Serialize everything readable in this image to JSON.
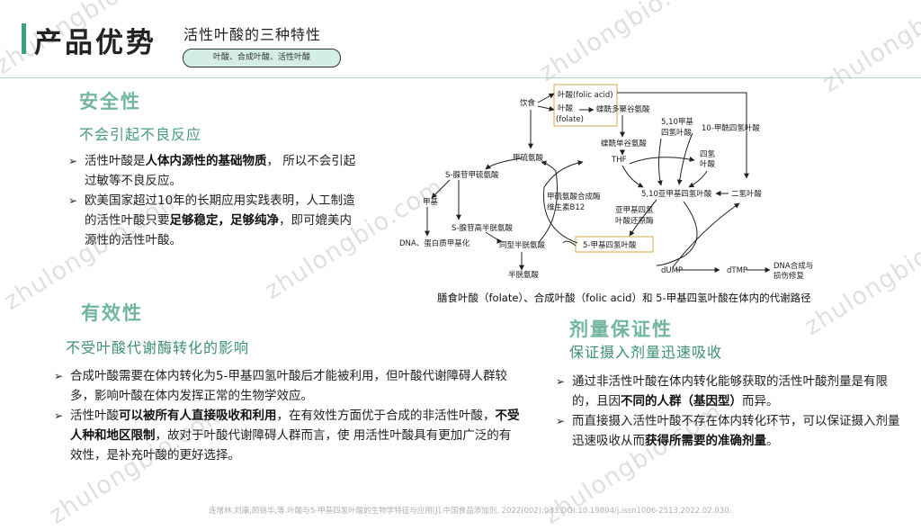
{
  "header": {
    "title": "产品优势",
    "subtitle": "活性叶酸的三种特性",
    "pill": "叶酸、合成叶酸、活性叶酸"
  },
  "watermark": "zhulongbio.com",
  "safety": {
    "heading": "安全性",
    "subheading": "不会引起不良反应",
    "bullets": [
      [
        {
          "t": "活性叶酸是"
        },
        {
          "t": "人体内源性的基础物质",
          "b": true
        },
        {
          "t": "， 所以不会引起过敏等不良反应。"
        }
      ],
      [
        {
          "t": "欧美国家超过10年的长期应用实践表明，人工制造的活性叶酸只要"
        },
        {
          "t": "足够稳定，足够纯净",
          "b": true
        },
        {
          "t": "，即可媲美内源性的活性叶酸。"
        }
      ]
    ]
  },
  "efficacy": {
    "heading": "有效性",
    "subheading": "不受叶酸代谢酶转化的影响",
    "bullets": [
      [
        {
          "t": "合成叶酸需要在体内转化为5-甲基四氢叶酸后才能被利用，但叶酸代谢障碍人群较多，影响叶酸在体内发挥正常的生物学效应。"
        }
      ],
      [
        {
          "t": "活性叶酸"
        },
        {
          "t": "可以被所有人直接吸收和利用",
          "b": true
        },
        {
          "t": "，在有效性方面优于合成的非活性叶酸，"
        },
        {
          "t": "不受人种和地区限制",
          "b": true
        },
        {
          "t": "，故对于叶酸代谢障碍人群而言，使 用活性叶酸具有更加广泛的有效性，是补充叶酸的更好选择。"
        }
      ]
    ]
  },
  "dosage": {
    "heading": "剂量保证性",
    "subheading": "保证摄入剂量迅速吸收",
    "bullets": [
      [
        {
          "t": "通过非活性叶酸在体内转化能够获取的活性叶酸剂量是有限的，且因"
        },
        {
          "t": "不同的人群（基因型）",
          "b": true
        },
        {
          "t": "而异。"
        }
      ],
      [
        {
          "t": "而直接摄入活性叶酸不存在体内转化环节，可以保证摄入剂量迅速吸收从而"
        },
        {
          "t": "获得所需要的准确剂量",
          "b": true
        },
        {
          "t": "。"
        }
      ]
    ]
  },
  "diagram": {
    "caption": "膳食叶酸（folate）、合成叶酸（folic acid）和 5-甲基四氢叶酸在体内的代谢路径",
    "labels": {
      "folic_acid": "叶酸(folic acid)",
      "folate1": "叶酸",
      "folate2": "(folate)",
      "diet": "饮食",
      "poly": "蝶酰多聚谷氨酸",
      "mono": "蝶酰单谷氨酸",
      "thf": "THF",
      "mthf10a": "5,10甲基",
      "mthf10b": "四氢叶酸",
      "formyl": "10-甲酰四氢叶酸",
      "thf4a": "四氢",
      "thf4b": "叶酸",
      "methylene": "5,10亚甲基四氢叶酸",
      "dhf": "二氢叶酸",
      "met": "甲硫氨酸",
      "sam": "S-腺苷甲硫氨酸",
      "methyl": "甲基",
      "dna": "DNA、蛋白质甲基化",
      "sah": "S-腺苷高半胱氨酸",
      "hcy": "同型半胱氨酸",
      "cys": "半胱氨酸",
      "ms1": "甲硫氨酸合成酶",
      "ms2": "维生素B12",
      "mthfr1": "亚甲基四氢",
      "mthfr2": "叶酸还原酶",
      "mthf": "5-甲基四氢叶酸",
      "dump": "dUMP",
      "dtmp": "dTMP",
      "dna2a": "DNA合成与",
      "dna2b": "损伤修复"
    }
  },
  "citation": "连增林,刘康,顾锦华,等.叶酸与5-甲基四氢叶酸的生物学特征与应用[J].中国食品添加剂, 2022(002):033.DOI:10.19804/j.issn1006-2513.2022.02.030."
}
